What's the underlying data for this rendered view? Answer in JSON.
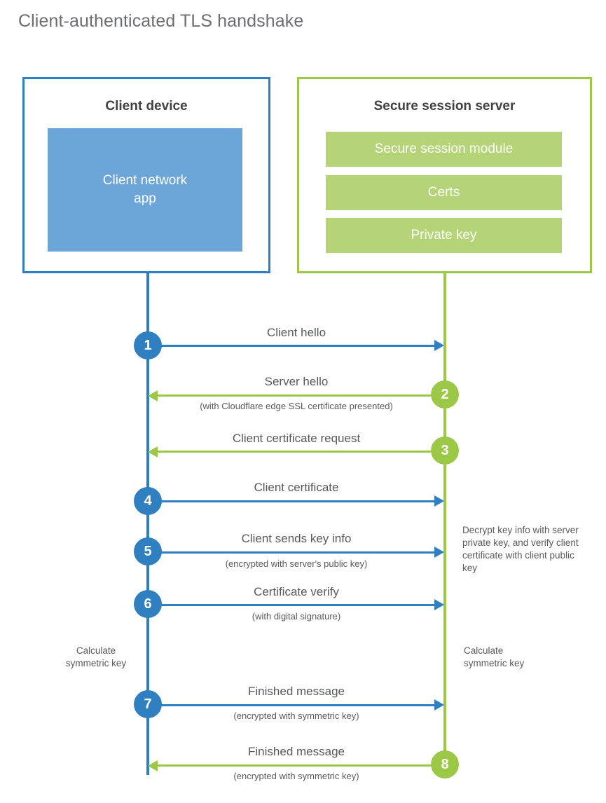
{
  "title": "Client-authenticated TLS handshake",
  "colors": {
    "blue": "#2F7FC1",
    "blue_light": "#6CA6D9",
    "green": "#9CC848",
    "green_light": "#B5D477",
    "text": "#58595b"
  },
  "client_box": {
    "title": "Client device",
    "app_label": "Client network\napp"
  },
  "server_box": {
    "title": "Secure session server",
    "bars": [
      "Secure session module",
      "Certs",
      "Private key"
    ]
  },
  "steps": [
    {
      "number": "1",
      "label": "Client hello",
      "sub": "",
      "direction": "client-to-server",
      "color": "blue"
    },
    {
      "number": "2",
      "label": "Server hello",
      "sub": "(with Cloudflare edge SSL certificate presented)",
      "direction": "server-to-client",
      "color": "green"
    },
    {
      "number": "3",
      "label": "Client certificate request",
      "sub": "",
      "direction": "server-to-client",
      "color": "green"
    },
    {
      "number": "4",
      "label": "Client certificate",
      "sub": "",
      "direction": "client-to-server",
      "color": "blue"
    },
    {
      "number": "5",
      "label": "Client sends key info",
      "sub": "(encrypted with server's public key)",
      "direction": "client-to-server",
      "color": "blue"
    },
    {
      "number": "6",
      "label": "Certificate verify",
      "sub": "(with digital signature)",
      "direction": "client-to-server",
      "color": "blue"
    },
    {
      "number": "7",
      "label": "Finished message",
      "sub": "(encrypted with symmetric key)",
      "direction": "client-to-server",
      "color": "blue"
    },
    {
      "number": "8",
      "label": "Finished message",
      "sub": "(encrypted with symmetric key)",
      "direction": "server-to-client",
      "color": "green"
    }
  ],
  "notes": {
    "server_decrypt": "Decrypt key info with server private key, and verify client certificate with client public key",
    "client_calculate": "Calculate\nsymmetric key",
    "server_calculate": "Calculate\nsymmetric key"
  }
}
